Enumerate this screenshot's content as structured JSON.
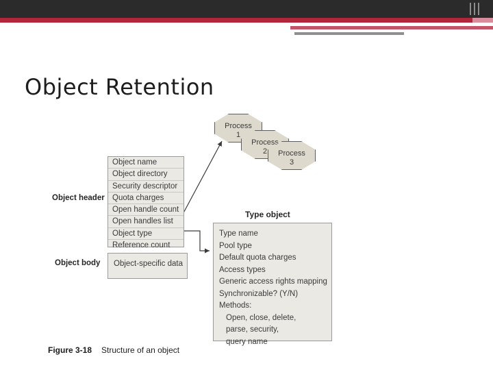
{
  "slide": {
    "title": "Object Retention"
  },
  "banner": {
    "dark_color": "#2b2b2b",
    "red_color": "#b0253a",
    "rose_color": "#c2546a",
    "grey_color": "#8f8f8f"
  },
  "diagram": {
    "processes": [
      {
        "name": "Process",
        "number": "1"
      },
      {
        "name": "Process",
        "number": "2"
      },
      {
        "name": "Process",
        "number": "3"
      }
    ],
    "object_header_label": "Object header",
    "object_body_label": "Object body",
    "type_object_label": "Type object",
    "header_rows": [
      "Object name",
      "Object directory",
      "Security descriptor",
      "Quota charges",
      "Open handle count",
      "Open handles list",
      "Object type",
      "Reference count"
    ],
    "body_row": "Object-specific data",
    "type_rows": [
      {
        "text": "Type name",
        "indent": false
      },
      {
        "text": "Pool type",
        "indent": false
      },
      {
        "text": "Default quota charges",
        "indent": false
      },
      {
        "text": "Access types",
        "indent": false
      },
      {
        "text": "Generic access rights mapping",
        "indent": false
      },
      {
        "text": "Synchronizable? (Y/N)",
        "indent": false
      },
      {
        "text": "Methods:",
        "indent": false
      },
      {
        "text": "Open, close, delete,",
        "indent": true
      },
      {
        "text": "parse, security,",
        "indent": true
      },
      {
        "text": "query name",
        "indent": true
      }
    ]
  },
  "caption": {
    "figure": "Figure 3-18",
    "text": "Structure of an object"
  }
}
